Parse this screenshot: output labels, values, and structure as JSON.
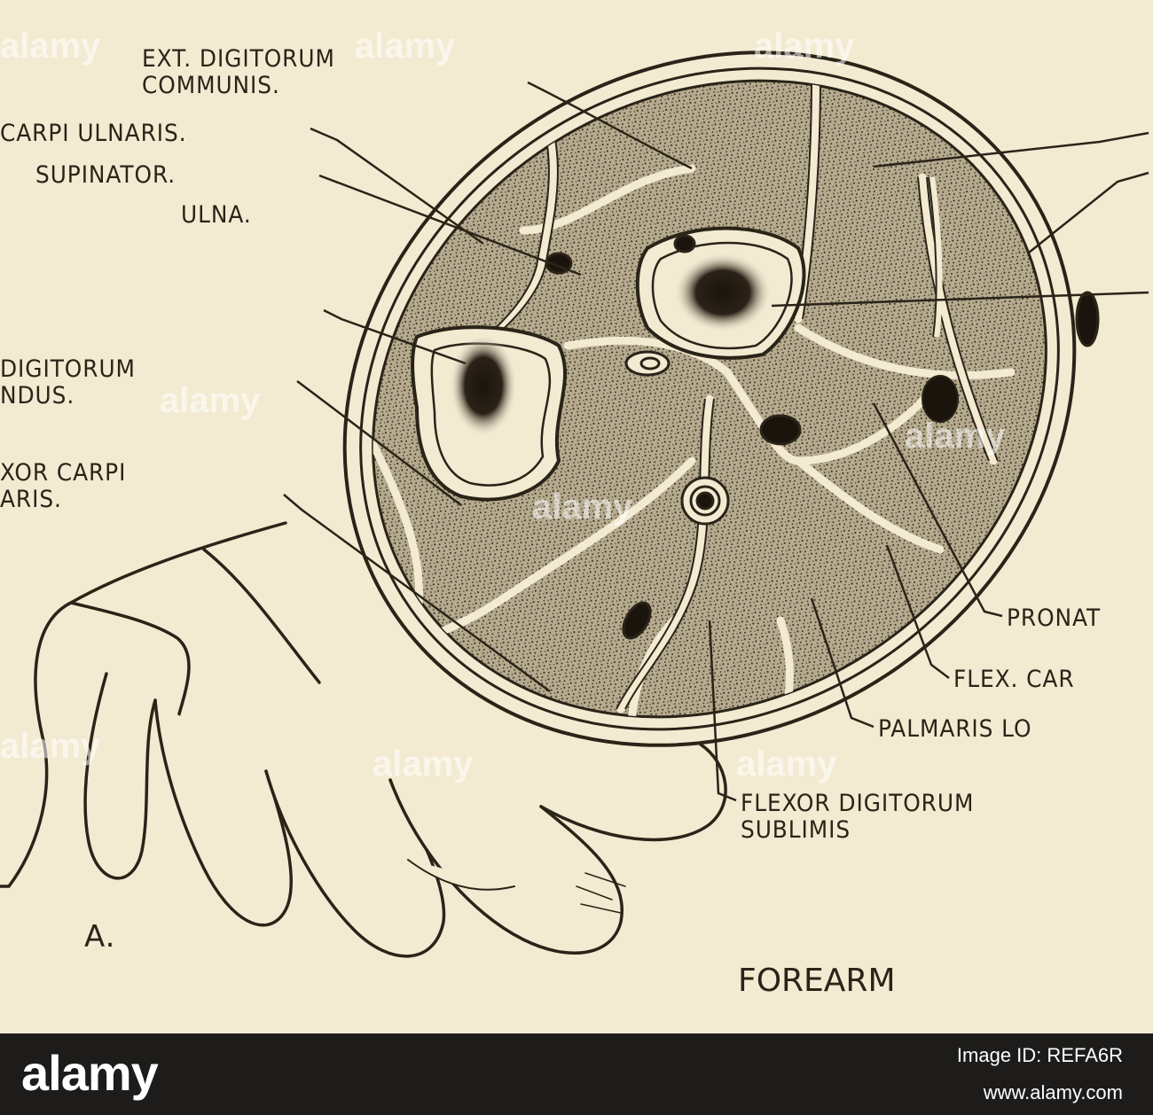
{
  "figure": {
    "letter": "A.",
    "caption": "FOREARM",
    "labels": {
      "ext_digitorum": "EXT. DIGITORUM\nCOMMUNIS.",
      "carpi_ulnaris": "CARPI ULNARIS.",
      "supinator": "SUPINATOR.",
      "ulna": "ULNA.",
      "flexor_digitorum_profundus": "DIGITORUM\nNDUS.",
      "flexor_carpi_ulnaris": "XOR CARPI\nARIS.",
      "pronator": "PRONAT",
      "flex_carpi": "FLEX. CAR",
      "palmaris": "PALMARIS LO",
      "flexor_sublimis": "FLEXOR DIGITORUM\nSUBLIMIS"
    }
  },
  "watermark": {
    "word": "alamy"
  },
  "footer": {
    "logo": "alamy",
    "image_id": "Image ID: REFA6R",
    "url": "www.alamy.com"
  },
  "colors": {
    "paper": "#f3ead2",
    "ink": "#2a2418",
    "footer_bg": "#1d1c1b"
  }
}
